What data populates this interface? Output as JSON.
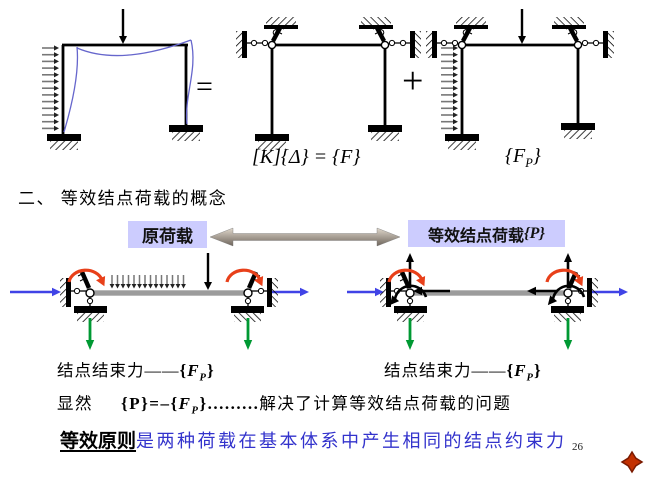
{
  "colors": {
    "label_box_bg": "#ccccfe",
    "principle_text_blue": "#3333cc",
    "restraint_arrow_blue": "#4043e6",
    "reaction_arrow_green": "#009933",
    "moment_arrow_red": "#e8401a",
    "beam_gray": "#9c9c9c",
    "nav_icon_red": "#c23000"
  },
  "top_row": {
    "equals_sign": "=",
    "plus_sign": "+",
    "stiffness_equation": "[K]{Δ} = {F}",
    "load_vector": {
      "pre": "{",
      "f": "F",
      "sub": "P",
      "post": "}"
    }
  },
  "heading": "二、 等效结点荷载的概念",
  "load_labels": {
    "original": "原荷载",
    "equivalent": "等效结点荷载",
    "equivalent_suffix": "{P}"
  },
  "restraint_line": {
    "left_text": "结点结束力——",
    "right_text": "结点结束力——",
    "fp": {
      "pre": "{",
      "f": "F",
      "sub": "P",
      "post": "}"
    }
  },
  "conclusion_line": {
    "lead": "显然",
    "formula": {
      "pre": "{P}=–{",
      "f": "F",
      "sub": "P",
      "post": "}........."
    },
    "rest": "解决了计算等效结点荷载的问题"
  },
  "principle_line": {
    "bold_text": "等效原则",
    "rest_text": "是两种荷载在基本体系中产生相同的结点约束力"
  },
  "page_number": "26"
}
